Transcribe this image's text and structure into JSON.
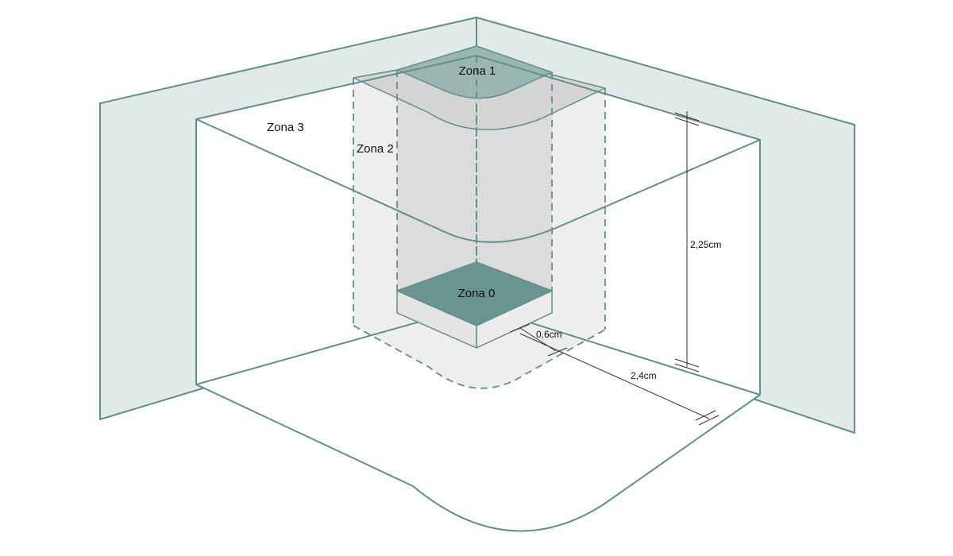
{
  "diagram": {
    "zones": {
      "zona_0": "Zona 0",
      "zona_1": "Zona 1",
      "zona_2": "Zona 2",
      "zona_3": "Zona 3"
    },
    "dimensions": {
      "height": "2,25cm",
      "zone2_width": "0,6cm",
      "zone3_width": "2,4cm"
    },
    "colors": {
      "wall_fill": "#e1eae9",
      "outline": "#5f8f8c",
      "zone_dark": "#6a9490",
      "zone_top": "#9ab5b2",
      "zone_grey": "#dfdfdf",
      "zone_light": "#eeeeee",
      "dimension_line": "#333333"
    }
  }
}
